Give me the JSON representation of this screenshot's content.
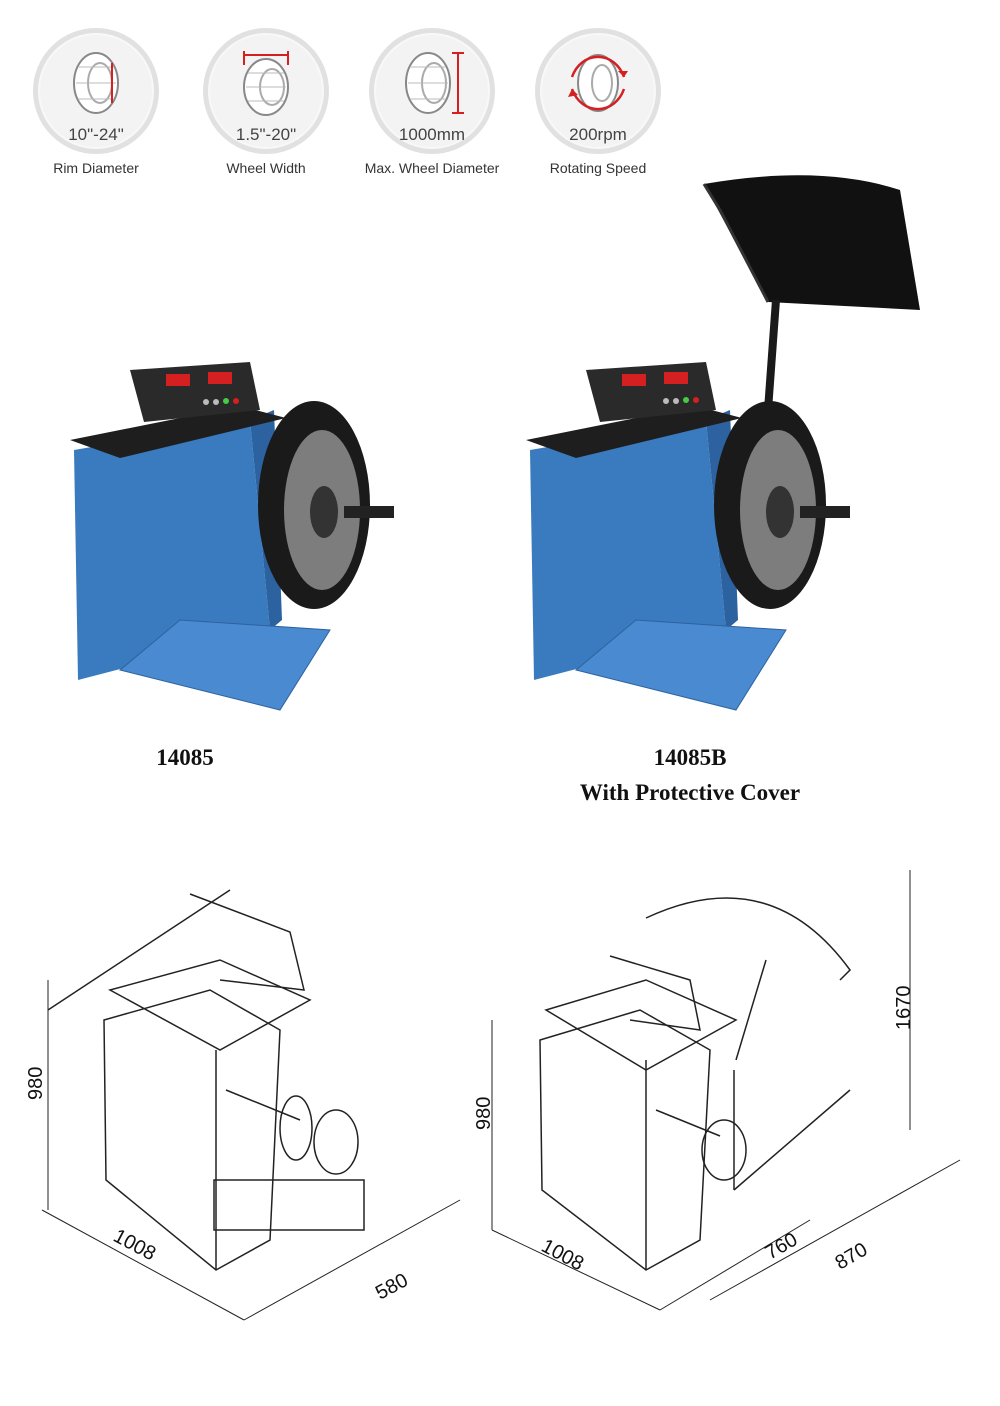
{
  "specs": [
    {
      "value": "10\"-24\"",
      "label": "Rim Diameter",
      "icon": "rim-diameter-icon"
    },
    {
      "value": "1.5\"-20\"",
      "label": "Wheel Width",
      "icon": "wheel-width-icon"
    },
    {
      "value": "1000mm",
      "label": "Max. Wheel Diameter",
      "icon": "max-wheel-diameter-icon"
    },
    {
      "value": "200rpm",
      "label": "Rotating Speed",
      "icon": "rotating-speed-icon"
    }
  ],
  "models": {
    "left": {
      "code": "14085"
    },
    "right": {
      "code": "14085B",
      "subtitle": "With Protective Cover"
    }
  },
  "dimensions": {
    "left": {
      "height": "980",
      "depth": "1008",
      "width": "580"
    },
    "right": {
      "height": "980",
      "depth": "1008",
      "width": "760",
      "total_width": "870",
      "cover_height": "1670"
    }
  },
  "colors": {
    "machine_blue": "#3a7bbf",
    "accent_red": "#d42020",
    "tire_black": "#1a1a1a"
  }
}
